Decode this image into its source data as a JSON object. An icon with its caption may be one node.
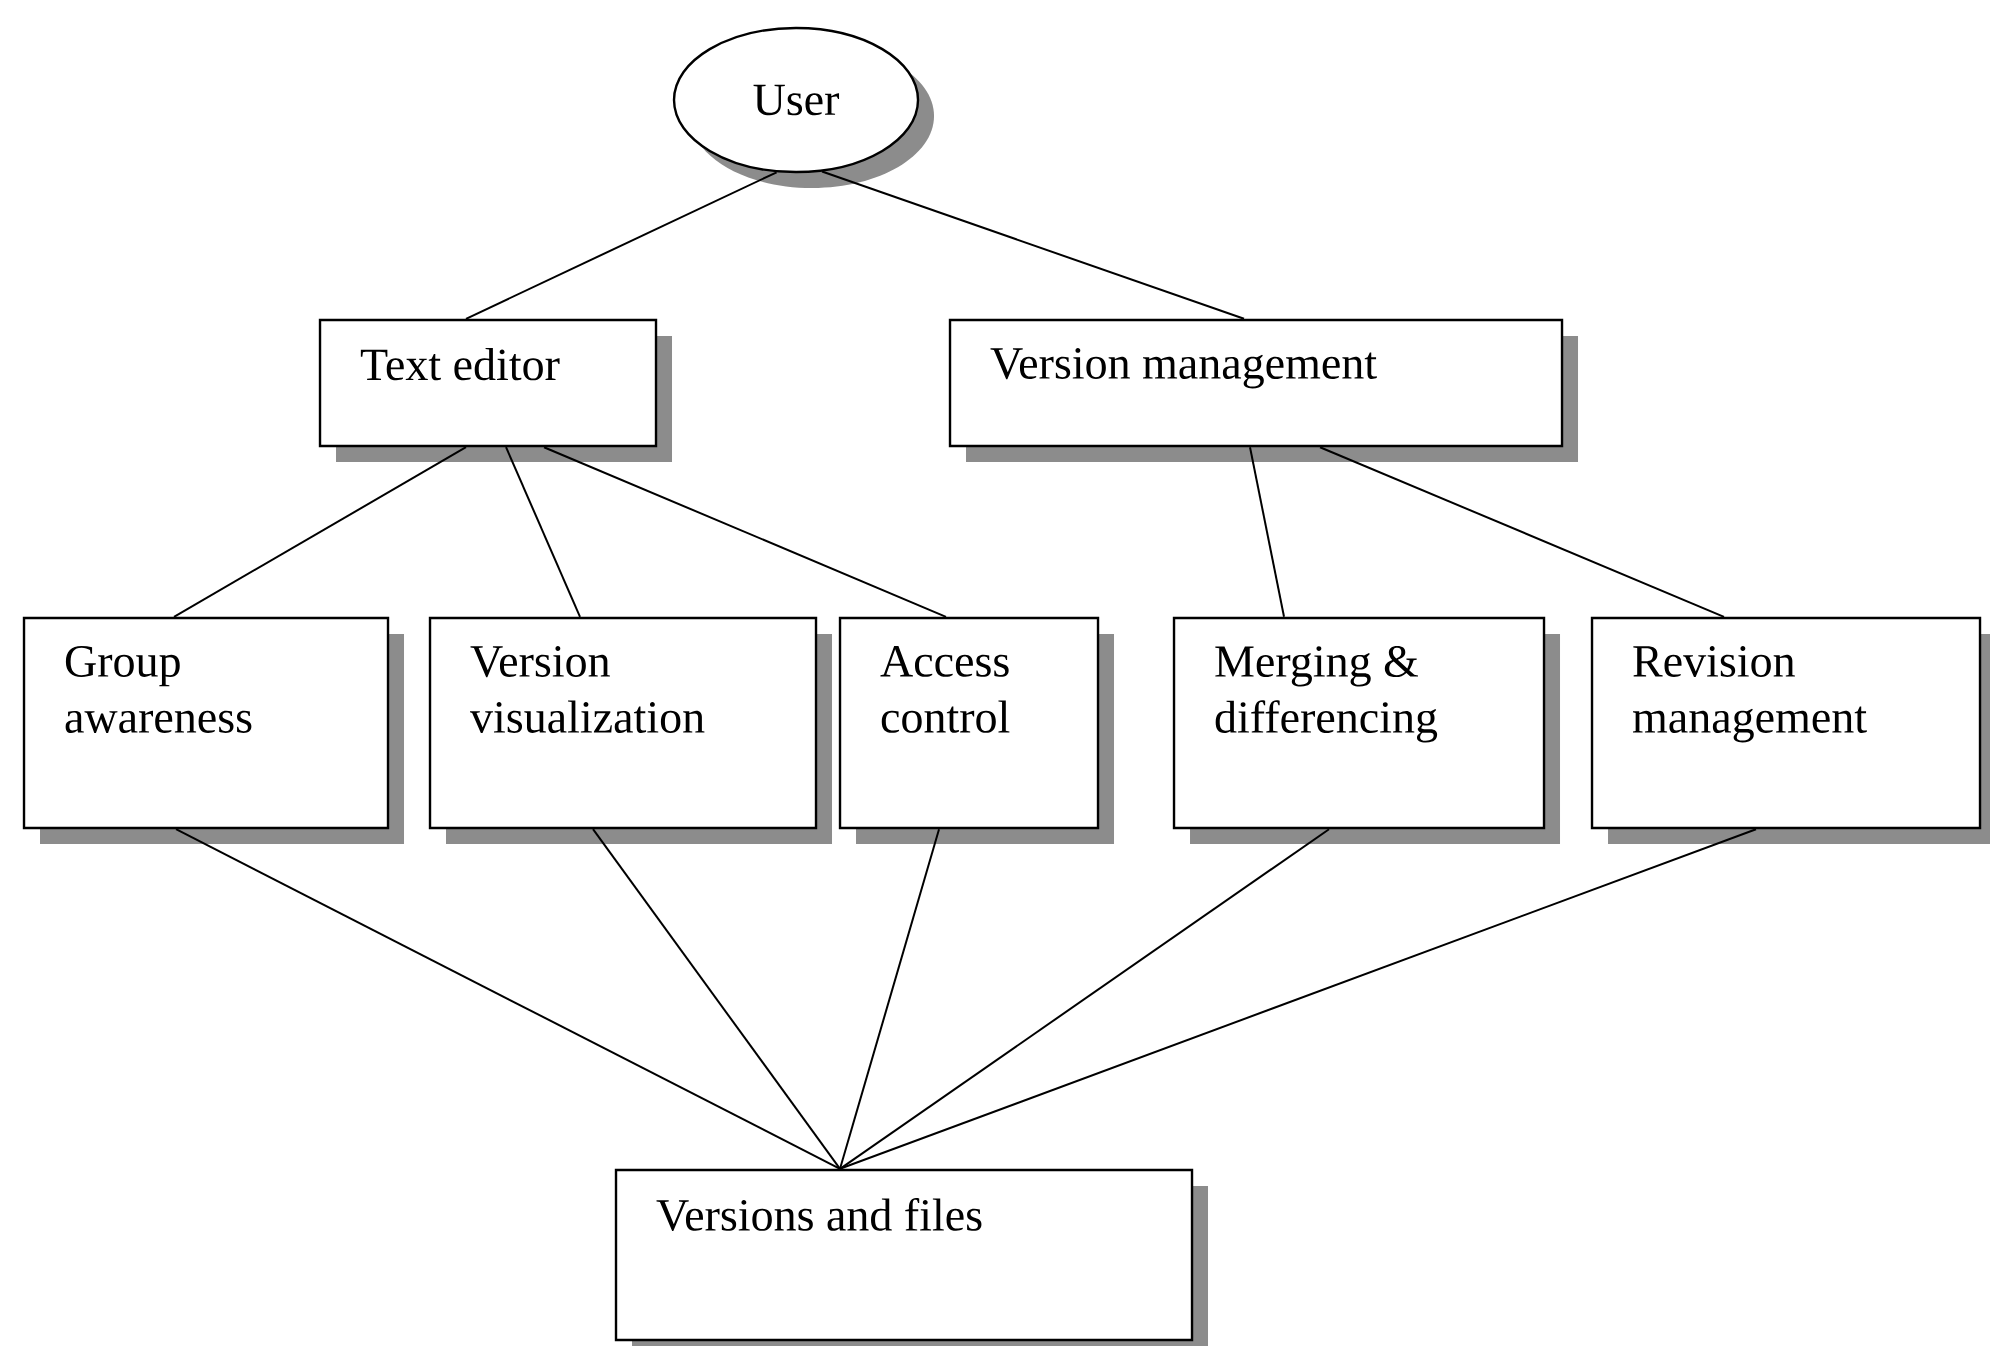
{
  "diagram": {
    "nodes": [
      {
        "text": [
          "User"
        ]
      },
      {
        "text": [
          "Text editor"
        ]
      },
      {
        "text": [
          "Version management"
        ]
      },
      {
        "text": [
          "Group awareness"
        ]
      },
      {
        "text": [
          "Version visualization"
        ]
      },
      {
        "text": [
          "Access control"
        ]
      },
      {
        "text": [
          "Merging & differencing"
        ]
      },
      {
        "text": [
          "Revision management"
        ]
      },
      {
        "text": [
          "Versions and files"
        ]
      }
    ],
    "edges": [
      {
        "from": 0,
        "to": 1,
        "arrow": "none"
      },
      {
        "from": 0,
        "to": 2,
        "arrow": "none"
      },
      {
        "from": 1,
        "to": 3,
        "arrow": "none"
      },
      {
        "from": 1,
        "to": 4,
        "arrow": "none"
      },
      {
        "from": 1,
        "to": 5,
        "arrow": "none"
      },
      {
        "from": 2,
        "to": 6,
        "arrow": "none"
      },
      {
        "from": 2,
        "to": 7,
        "arrow": "none"
      },
      {
        "from": 3,
        "to": 8,
        "arrow": "none"
      },
      {
        "from": 4,
        "to": 8,
        "arrow": "none"
      },
      {
        "from": 5,
        "to": 8,
        "arrow": "none"
      },
      {
        "from": 6,
        "to": 8,
        "arrow": "none"
      },
      {
        "from": 7,
        "to": 8,
        "arrow": "none"
      }
    ]
  }
}
